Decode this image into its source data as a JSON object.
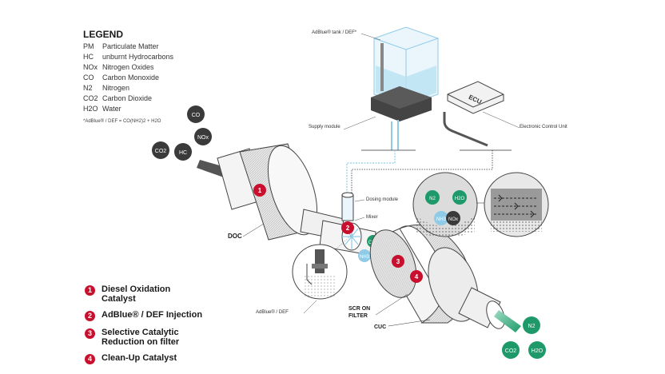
{
  "legend": {
    "title": "LEGEND",
    "rows": [
      {
        "abbr": "PM",
        "text": "Particulate Matter"
      },
      {
        "abbr": "HC",
        "text": "unburnt Hydrocarbons"
      },
      {
        "abbr": "NOx",
        "text": "Nitrogen Oxides"
      },
      {
        "abbr": "CO",
        "text": "Carbon Monoxide"
      },
      {
        "abbr": "N2",
        "text": "Nitrogen"
      },
      {
        "abbr": "CO2",
        "text": "Carbon Dioxide"
      },
      {
        "abbr": "H2O",
        "text": "Water"
      }
    ],
    "formula": "*AdBlue® / DEF = CO(NH2)2 + H2O"
  },
  "steps": [
    {
      "num": "1",
      "label": "Diesel Oxidation Catalyst"
    },
    {
      "num": "2",
      "label": "AdBlue® / DEF Injection"
    },
    {
      "num": "3",
      "label": "Selective Catalytic Reduction on filter"
    },
    {
      "num": "4",
      "label": "Clean-Up Catalyst"
    }
  ],
  "labels": {
    "tank": "AdBlue® tank / DEF*",
    "supply_module": "Supply module",
    "ecu": "ECU",
    "ecu_full": "Electronic Control Unit",
    "dosing_module": "Dosing module",
    "mixer": "Mixer",
    "doc": "DOC",
    "scr_line1": "SCR ON",
    "scr_line2": "FILTER",
    "cuc": "CUC",
    "adblue_def": "AdBlue® / DEF"
  },
  "molecules": {
    "co": "CO",
    "nox": "NOx",
    "co2": "CO2",
    "hc": "HC",
    "nh3": "NH3",
    "n2": "N2",
    "h2o": "H2O"
  },
  "colors": {
    "red": "#c8102e",
    "green": "#1e9a6a",
    "blue": "#8fcbe6",
    "dark": "#3a3a3a",
    "grey": "#d9d9d9"
  }
}
